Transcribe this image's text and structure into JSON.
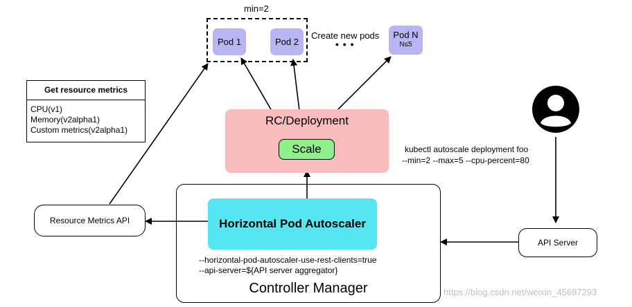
{
  "pod_group": {
    "min_label": "min=2",
    "pods": [
      "Pod 1",
      "Pod 2"
    ],
    "ellipsis": "• • •",
    "create_label": "Create new pods",
    "pod_n": {
      "name": "Pod N",
      "limit": "N≤5"
    }
  },
  "metrics_table": {
    "header": "Get resource metrics",
    "rows": [
      "CPU(v1)",
      "Memory(v2alpha1)",
      "Custom metrics(v2alpha1)"
    ]
  },
  "deployment": {
    "label": "RC/Deployment",
    "scale_label": "Scale"
  },
  "kubectl_command": {
    "line1": "kubectl autoscale deployment foo",
    "line2": "--min=2 --max=5 --cpu-percent=80"
  },
  "resource_metrics_api": "Resource Metrics API",
  "hpa": {
    "label": "Horizontal Pod Autoscaler",
    "flags": [
      "--horizontal-pod-autoscaler-use-rest-clients=true",
      "--api-server=${API server aggregator}"
    ]
  },
  "controller_manager": "Controller Manager",
  "api_server": "API Server",
  "watermark": "https://blog.csdn.net/weixin_45697293",
  "colors": {
    "pod_fill": "#b9b5f3",
    "deployment_fill": "#f9bcbc",
    "scale_fill": "#8ef08a",
    "hpa_fill": "#55e6f2",
    "user_icon": "#000000"
  }
}
